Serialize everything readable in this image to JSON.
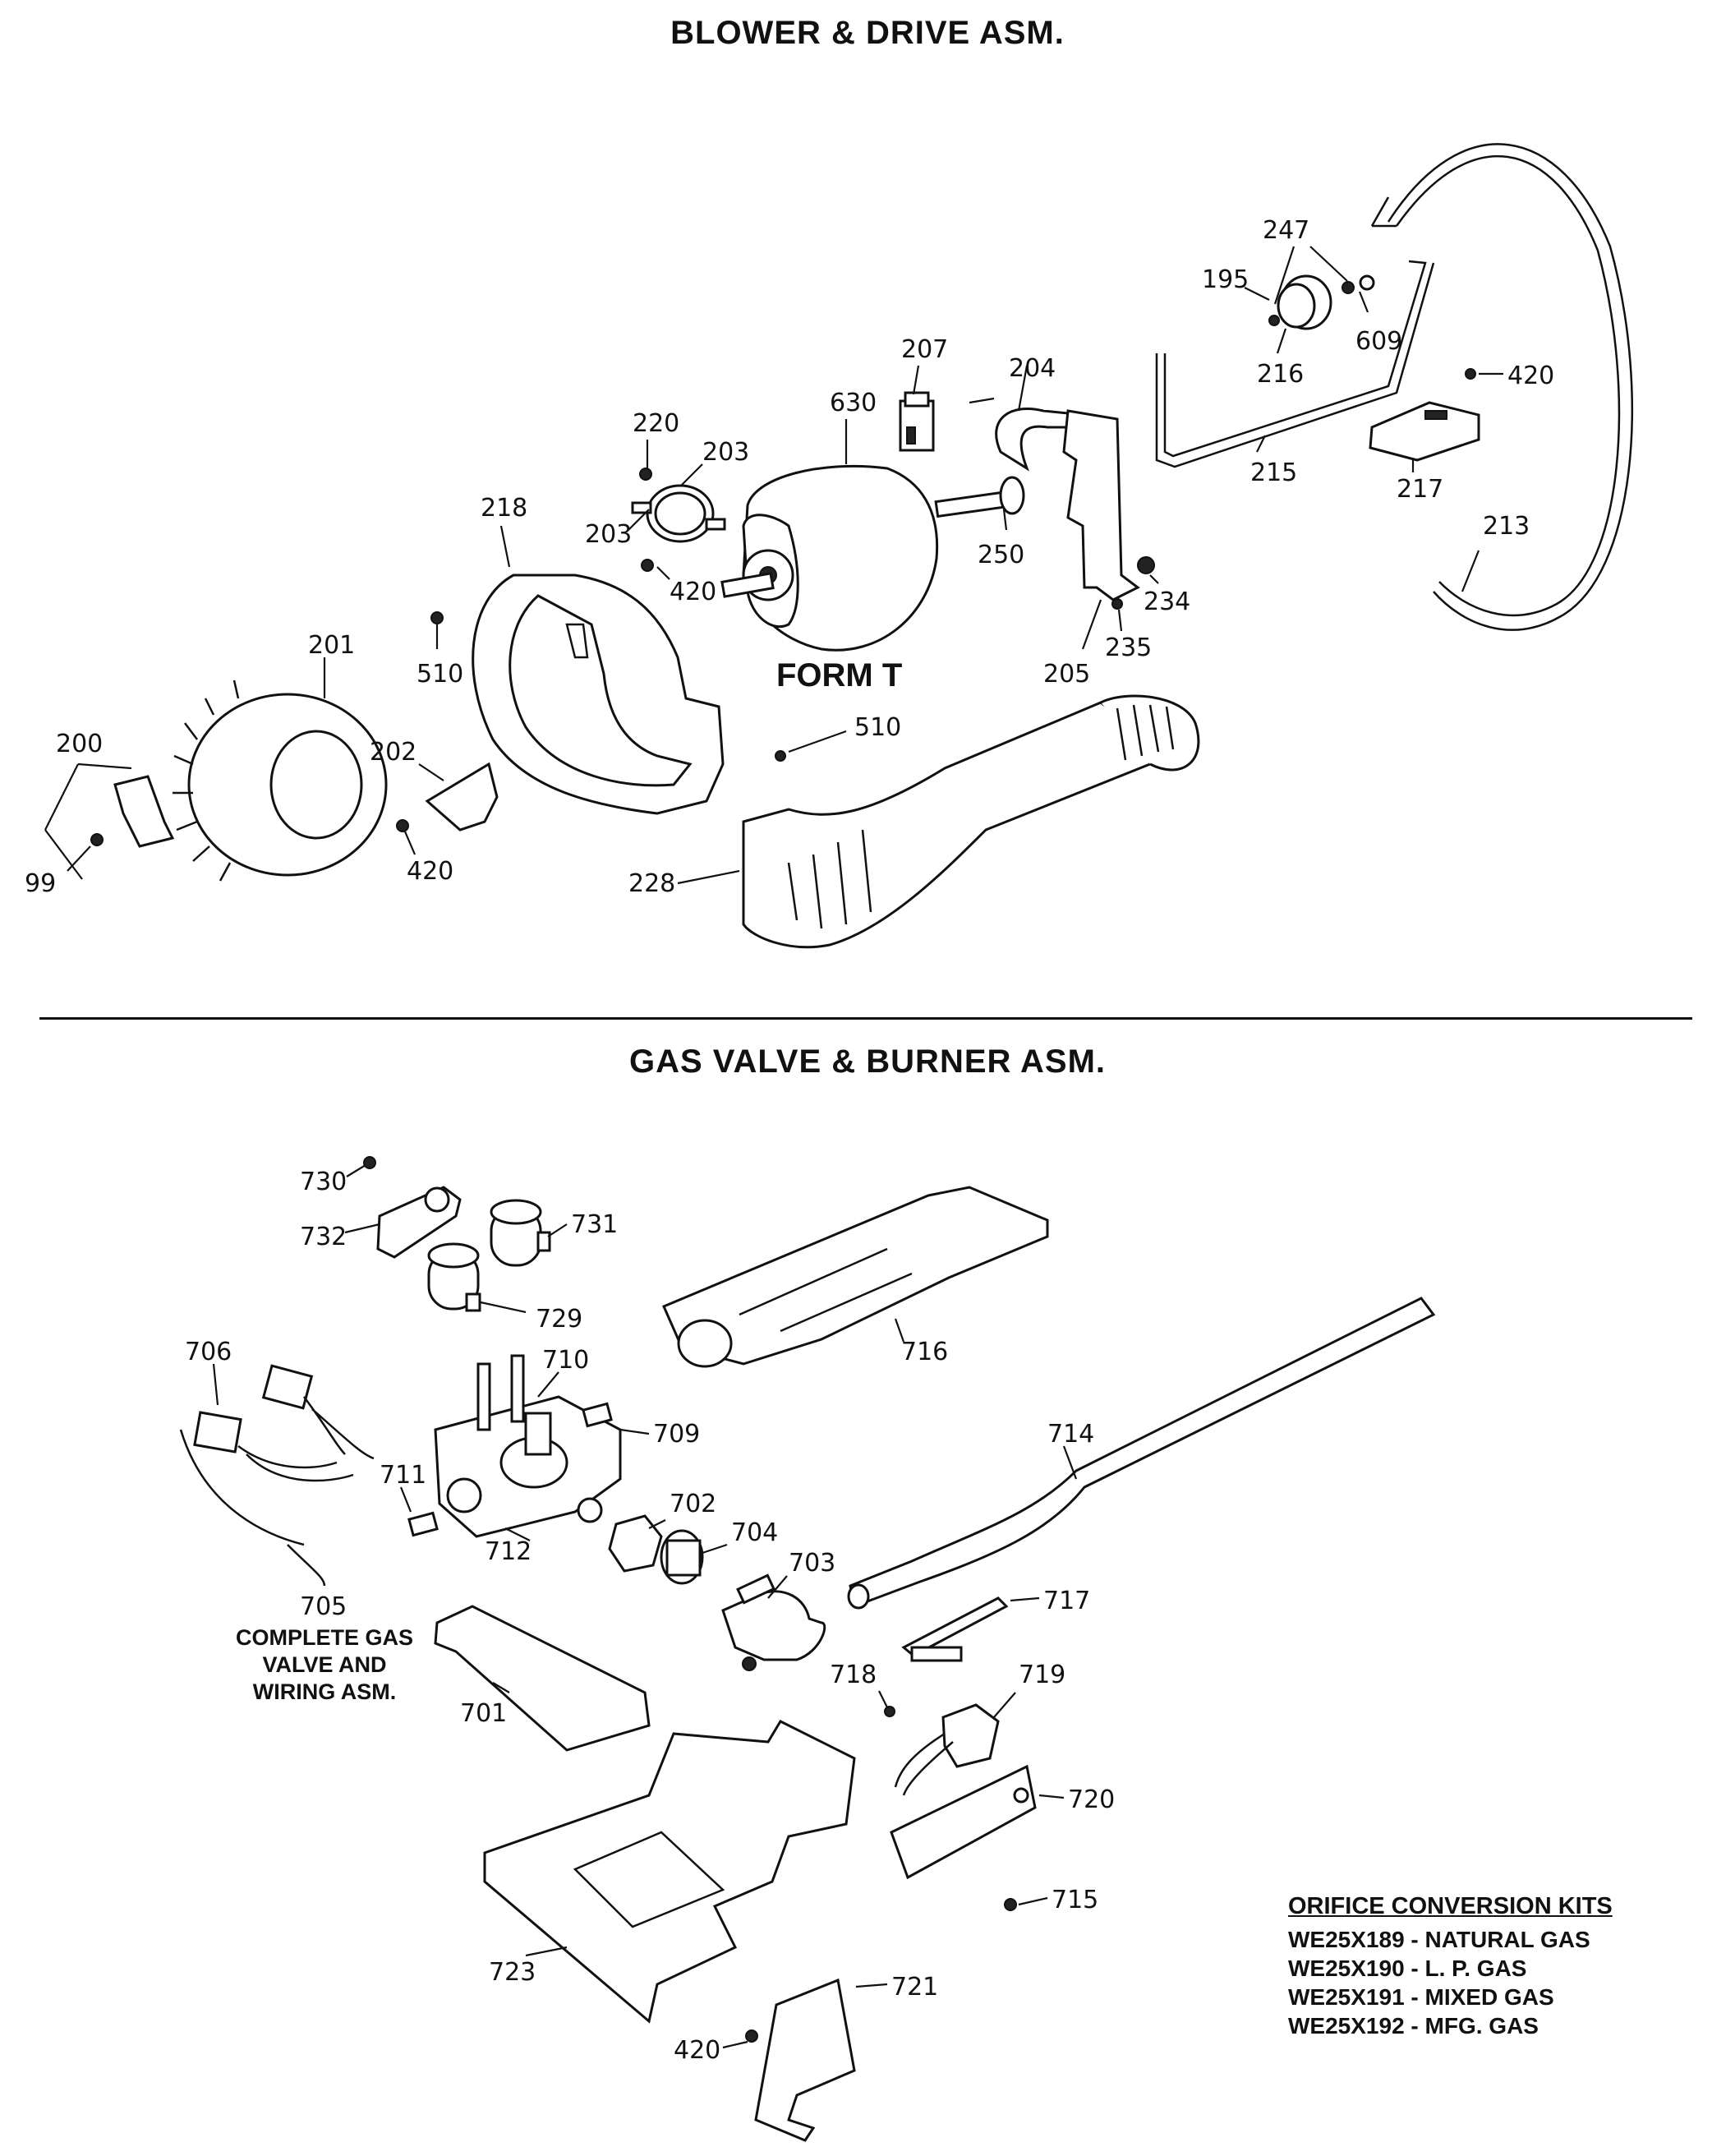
{
  "sections": {
    "top_title": "BLOWER & DRIVE ASM.",
    "bottom_title": "GAS VALVE & BURNER ASM."
  },
  "form_label": "FORM T",
  "part_labels": {
    "p195": "195",
    "p247": "247",
    "p609": "609",
    "p216": "216",
    "p420a": "420",
    "p215": "215",
    "p217": "217",
    "p213": "213",
    "p207": "207",
    "p204": "204",
    "p630": "630",
    "p220": "220",
    "p203a": "203",
    "p203b": "203",
    "p218": "218",
    "p420b": "420",
    "p250": "250",
    "p234": "234",
    "p235": "235",
    "p205": "205",
    "p201": "201",
    "p510a": "510",
    "p510b": "510",
    "p200": "200",
    "p202": "202",
    "p99": "99",
    "p420c": "420",
    "p228": "228",
    "p730": "730",
    "p732": "732",
    "p731": "731",
    "p729": "729",
    "p716": "716",
    "p706": "706",
    "p710": "710",
    "p709": "709",
    "p714": "714",
    "p711": "711",
    "p702": "702",
    "p704": "704",
    "p703": "703",
    "p712": "712",
    "p705": "705",
    "p717": "717",
    "p718": "718",
    "p719": "719",
    "p701": "701",
    "p720": "720",
    "p715": "715",
    "p723": "723",
    "p721": "721",
    "p420d": "420"
  },
  "assembly_note": {
    "line1": "COMPLETE GAS",
    "line2": "VALVE AND",
    "line3": "WIRING ASM."
  },
  "orifice_kits": {
    "title": "ORIFICE CONVERSION KITS",
    "items": [
      "WE25X189 - NATURAL GAS",
      "WE25X190 - L. P. GAS",
      "WE25X191 - MIXED GAS",
      "WE25X192 - MFG. GAS"
    ]
  }
}
